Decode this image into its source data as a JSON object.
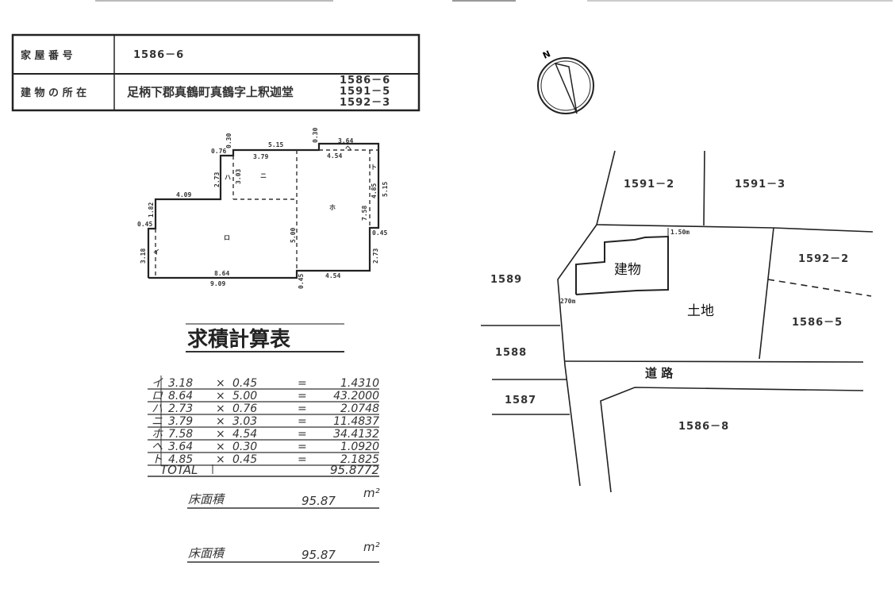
{
  "header_table": {
    "house_number_label": "家 屋 番 号",
    "house_number": "1586－6",
    "location_label": "建 物 の 所 在",
    "location": "足柄下郡真鶴町真鶴字上釈迦堂",
    "lots": [
      "1586－6",
      "1591－5",
      "1592－3"
    ]
  },
  "floor_plan": {
    "dimensions": [
      "5.15",
      "3.64",
      "0.76",
      "0.30",
      "0.30",
      "3.79",
      "4.54",
      "2.73",
      "3.03",
      "4.85",
      "5.15",
      "4.09",
      "1.82",
      "0.45",
      "7.58",
      "3.18",
      "5.00",
      "0.45",
      "2.73",
      "8.64",
      "9.09",
      "0.45",
      "4.54"
    ],
    "section_labels": [
      "イ",
      "ロ",
      "ハ",
      "ニ",
      "ホ",
      "ヘ",
      "ト"
    ]
  },
  "calc_table": {
    "title": "求積計算表",
    "rows": [
      {
        "mark": "イ",
        "a": "3.18",
        "b": "0.45",
        "eq": "=",
        "result": "1.4310"
      },
      {
        "mark": "ロ",
        "a": "8.64",
        "b": "5.00",
        "eq": "=",
        "result": "43.2000"
      },
      {
        "mark": "ハ",
        "a": "2.73",
        "b": "0.76",
        "eq": "=",
        "result": "2.0748"
      },
      {
        "mark": "ニ",
        "a": "3.79",
        "b": "3.03",
        "eq": "=",
        "result": "11.4837"
      },
      {
        "mark": "ホ",
        "a": "7.58",
        "b": "4.54",
        "eq": "=",
        "result": "34.4132"
      },
      {
        "mark": "ヘ",
        "a": "3.64",
        "b": "0.30",
        "eq": "=",
        "result": "1.0920"
      },
      {
        "mark": "ト",
        "a": "4.85",
        "b": "0.45",
        "eq": "=",
        "result": "2.1825"
      }
    ],
    "times": "×",
    "total_label": "TOTAL",
    "total": "95.8772",
    "floor_area_label": "床面積",
    "floor_area": "95.87",
    "unit": "m²"
  },
  "site_map": {
    "north": "N",
    "lots": [
      "1591－2",
      "1591－3",
      "1592－2",
      "1589",
      "1586－5",
      "1588",
      "1587",
      "1586－8"
    ],
    "building_label": "建物",
    "land_label": "土地",
    "road_label": "道 路",
    "dim_right": "1.50m",
    "dim_left": "270m"
  }
}
